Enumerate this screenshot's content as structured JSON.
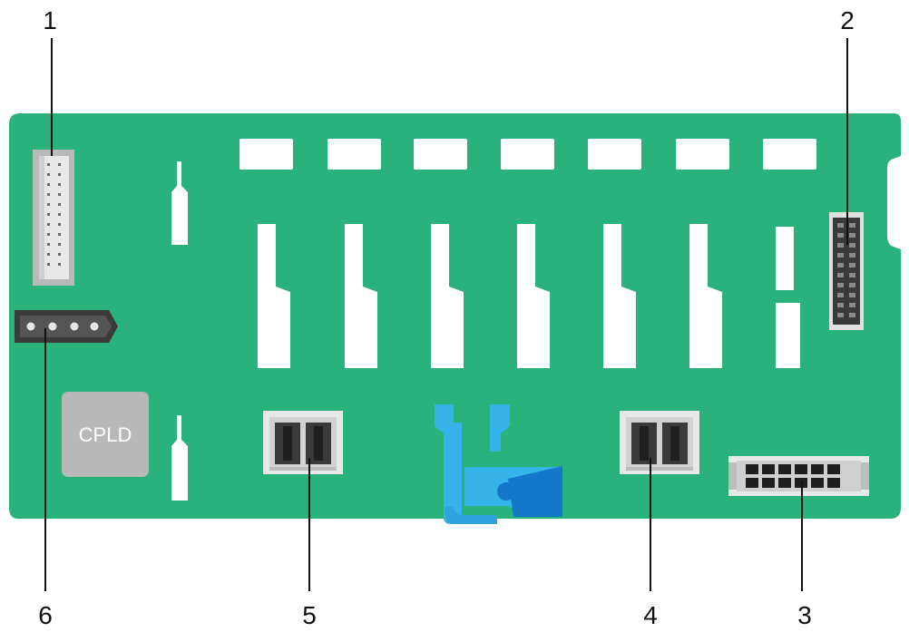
{
  "callouts": [
    {
      "id": "1",
      "label": "1"
    },
    {
      "id": "2",
      "label": "2"
    },
    {
      "id": "3",
      "label": "3"
    },
    {
      "id": "4",
      "label": "4"
    },
    {
      "id": "5",
      "label": "5"
    },
    {
      "id": "6",
      "label": "6"
    }
  ],
  "chip": {
    "label": "CPLD"
  },
  "colors": {
    "board": "#2ab27d",
    "board_edge": "#1e9e6c",
    "cutout": "#ffffff",
    "connector_dark": "#3a3a3a",
    "connector_light": "#e8e8e8",
    "chip": "#b8b8b8",
    "latch_light": "#36b4ea",
    "latch_dark": "#1478c8",
    "leader": "#111111"
  }
}
